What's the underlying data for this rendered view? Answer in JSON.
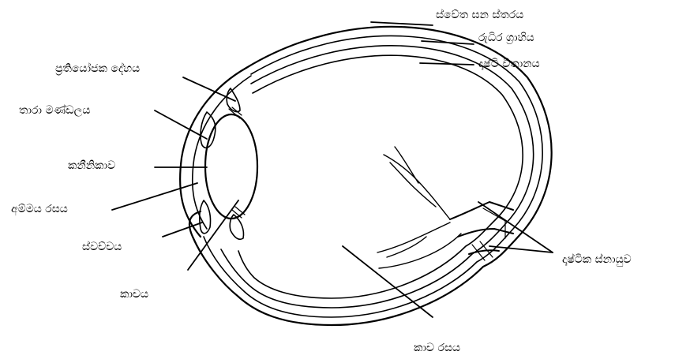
{
  "labels": {
    "sclera": "ස්වේත ඝන ස්තරය",
    "choroid": "රුධිර ග්‍රාහිය",
    "retina": "දෘෂ්ටි විතානය",
    "ciliary_body": "ප්‍රතියෝජක දේහය",
    "iris": "තාරා මණ්ඩලය",
    "pupil": "කනීනිකාව",
    "aqueous_humor": "අම්මය රසය",
    "cornea": "ස්වච්චය",
    "lens": "කාචය",
    "optic_nerve": "දෘෂ්ටික ස්නායුව",
    "vitreous_humor": "කාච රසය"
  },
  "colors": {
    "ink": "#000000",
    "background": "#ffffff"
  }
}
